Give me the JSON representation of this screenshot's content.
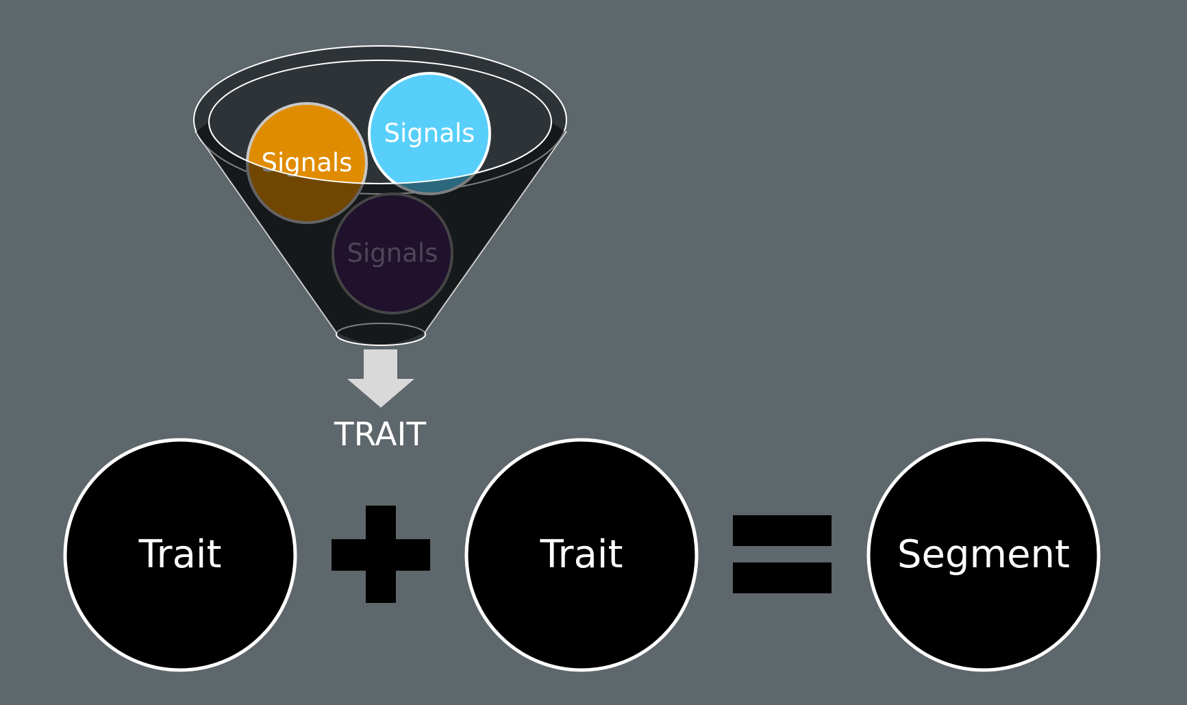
{
  "colors": {
    "background": "#5e676b",
    "funnel_fill": "#2d3336",
    "funnel_stroke": "#ffffff",
    "signal_orange": "#e08c00",
    "signal_cyan": "#57cffa",
    "signal_purple": "#40235a",
    "arrow": "#d9d9d9",
    "node_fill": "#000000",
    "node_stroke": "#ffffff",
    "operator": "#000000",
    "text_light": "#ffffff"
  },
  "funnel": {
    "signals": [
      "Signals",
      "Signals",
      "Signals"
    ],
    "output_label": "TRAIT"
  },
  "equation": {
    "left_operand": "Trait",
    "operator_plus": "+",
    "right_operand": "Trait",
    "operator_equals": "=",
    "result": "Segment"
  }
}
